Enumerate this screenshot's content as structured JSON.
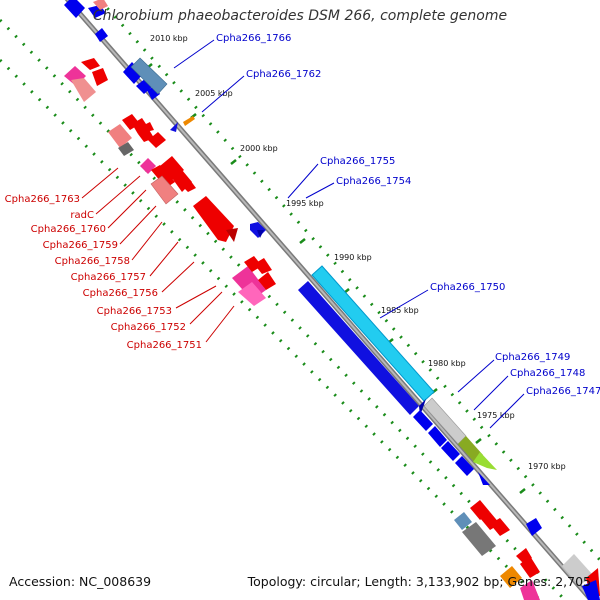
{
  "title": "Chlorobium phaeobacteroides DSM 266, complete genome",
  "accession_label": "Accession: NC_008639",
  "topology_label": "Topology: circular; Length: 3,133,902 bp; Genes: 2,705",
  "kbp_ticks": [
    "2010 kbp",
    "2005 kbp",
    "2000 kbp",
    "1995 kbp",
    "1990 kbp",
    "1985 kbp",
    "1980 kbp",
    "1975 kbp",
    "1970 kbp"
  ],
  "labels_blue": [
    "Cpha266_1766",
    "Cpha266_1762",
    "Cpha266_1755",
    "Cpha266_1754",
    "Cpha266_1750",
    "Cpha266_1749",
    "Cpha266_1748",
    "Cpha266_1747"
  ],
  "labels_red": [
    "Cpha266_1763",
    "radC",
    "Cpha266_1760",
    "Cpha266_1759",
    "Cpha266_1758",
    "Cpha266_1757",
    "Cpha266_1756",
    "Cpha266_1753",
    "Cpha266_1752",
    "Cpha266_1751"
  ],
  "colors": {
    "blue_strand": "#0000ee",
    "red_strand": "#ee0000",
    "backbone": "#999999",
    "tick_dots": "#1a8c1a",
    "cyan_gene": "#22ccf0",
    "steel_gene": "#5f8fb8",
    "pink_gene": "#ee3399",
    "salmon_gene": "#f08080",
    "gray_gene": "#cccccc",
    "olive_gene": "#80a020",
    "lime_gene": "#88dd33",
    "orange_gene": "#ee8800"
  }
}
